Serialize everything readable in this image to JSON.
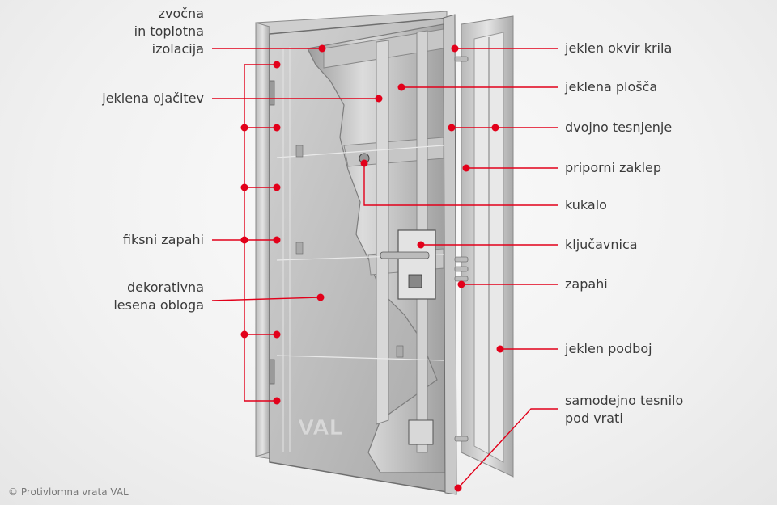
{
  "brand": {
    "door_logo": "VAL",
    "accent_color": "#e2001a"
  },
  "credit": "© Protivlomna vrata VAL",
  "labels_left": [
    {
      "id": "zvocna-izolacija",
      "text": "zvočna\nin toplotna\nizolacija"
    },
    {
      "id": "jeklena-ojacitev",
      "text": "jeklena ojačitev"
    },
    {
      "id": "fiksni-zapahi",
      "text": "fiksni zapahi"
    },
    {
      "id": "dekorativna-obloga",
      "text": "dekorativna\nlesena obloga"
    }
  ],
  "labels_right": [
    {
      "id": "jeklen-okvir-krila",
      "text": "jeklen okvir krila"
    },
    {
      "id": "jeklena-plosca",
      "text": "jeklena plošča"
    },
    {
      "id": "dvojno-tesnjenje",
      "text": "dvojno tesnjenje"
    },
    {
      "id": "priporni-zaklep",
      "text": "priporni zaklep"
    },
    {
      "id": "kukalo",
      "text": "kukalo"
    },
    {
      "id": "kljucavnica",
      "text": "ključavnica"
    },
    {
      "id": "zapahi",
      "text": "zapahi"
    },
    {
      "id": "jeklen-podboj",
      "text": "jeklen podboj"
    },
    {
      "id": "samodejno-tesnilo",
      "text": "samodejno tesnilo\npod vrati"
    }
  ]
}
